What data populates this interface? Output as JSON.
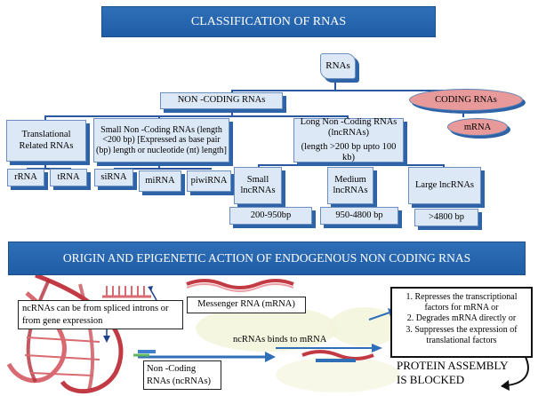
{
  "title_banner": "CLASSIFICATION OF RNAS",
  "root": "RNAs",
  "noncoding": "NON -CODING RNAs",
  "coding": "CODING RNAs",
  "mrna": "mRNA",
  "translational": "Translational Related RNAs",
  "small_nc": "Small Non -Coding RNAs (length <200 bp) [Expressed as base pair (bp) length or nucleotide (nt) length]",
  "long_nc_l1": "Long Non -Coding RNAs",
  "long_nc_l2": "(lncRNAs)",
  "long_nc_l3": "(length >200 bp upto 100 kb)",
  "rrna": "rRNA",
  "trna": "tRNA",
  "sirna": "siRNA",
  "mirna": "miRNA",
  "piwirna": "piwiRNA",
  "small_lnc": "Small lncRNAs",
  "medium_lnc": "Medium lncRNAs",
  "large_lnc": "Large lncRNAs",
  "small_bp": "200-950bp",
  "medium_bp": "950-4800 bp",
  "large_bp": ">4800 bp",
  "origin_banner": "ORIGIN AND EPIGENETIC ACTION OF  ENDOGENOUS  NON CODING RNAS",
  "origin_note": "ncRNAs can be from spliced introns or from gene expression",
  "messenger": "Messenger RNA (mRNA)",
  "binds": "ncRNAs binds to mRNA",
  "ncrna_label": "Non -Coding RNAs (ncRNAs)",
  "effects": [
    "1. Represses the transcriptional factors for mRNA or",
    "2. Degrades mRNA  directly or",
    "3. Suppresses the expression of translational factors"
  ],
  "protein_l1": "PROTEIN ASSEMBLY",
  "protein_l2": "IS BLOCKED",
  "colors": {
    "banner": "#1f5ea6",
    "box": "#dce8f5",
    "shadow": "#2e63a8",
    "coding": "#e89a9a",
    "helix": "#c23a44"
  }
}
